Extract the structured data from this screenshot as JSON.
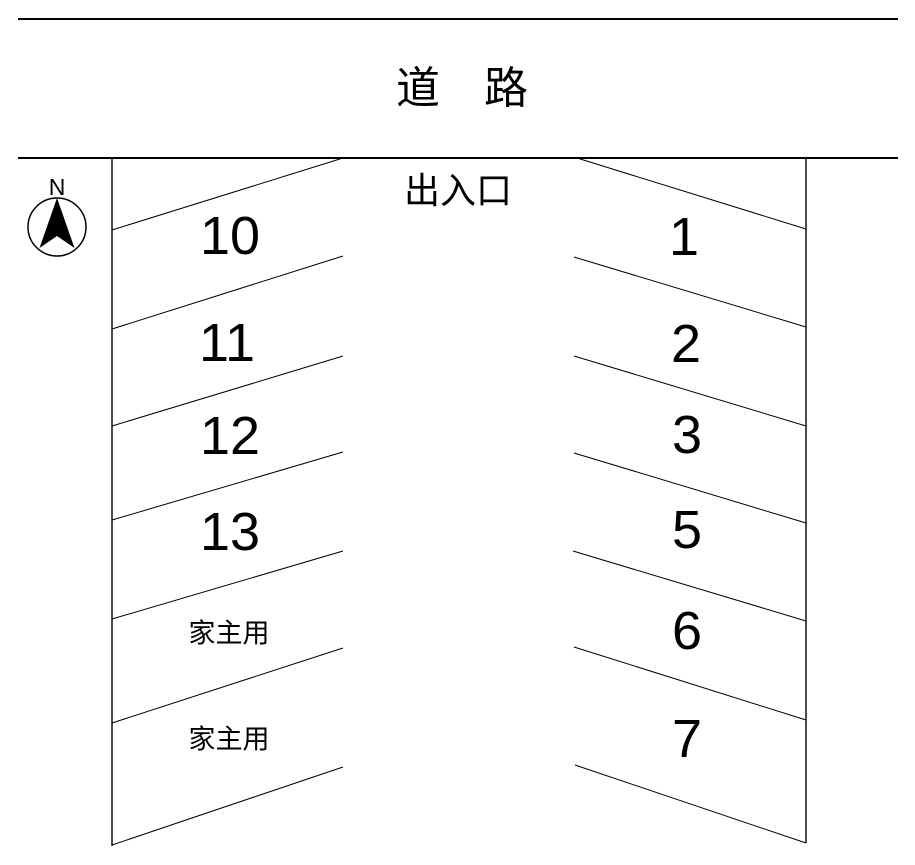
{
  "road_label": "道　路",
  "entrance_label": "出入口",
  "compass": {
    "label": "N"
  },
  "left_column": {
    "stalls": [
      {
        "label": "10"
      },
      {
        "label": "11"
      },
      {
        "label": "12"
      },
      {
        "label": "13"
      },
      {
        "label": "家主用"
      },
      {
        "label": "家主用"
      }
    ]
  },
  "right_column": {
    "stalls": [
      {
        "label": "1"
      },
      {
        "label": "2"
      },
      {
        "label": "3"
      },
      {
        "label": "5"
      },
      {
        "label": "6"
      },
      {
        "label": "7"
      }
    ]
  },
  "colors": {
    "line": "#000000",
    "background": "#ffffff",
    "text": "#000000"
  }
}
